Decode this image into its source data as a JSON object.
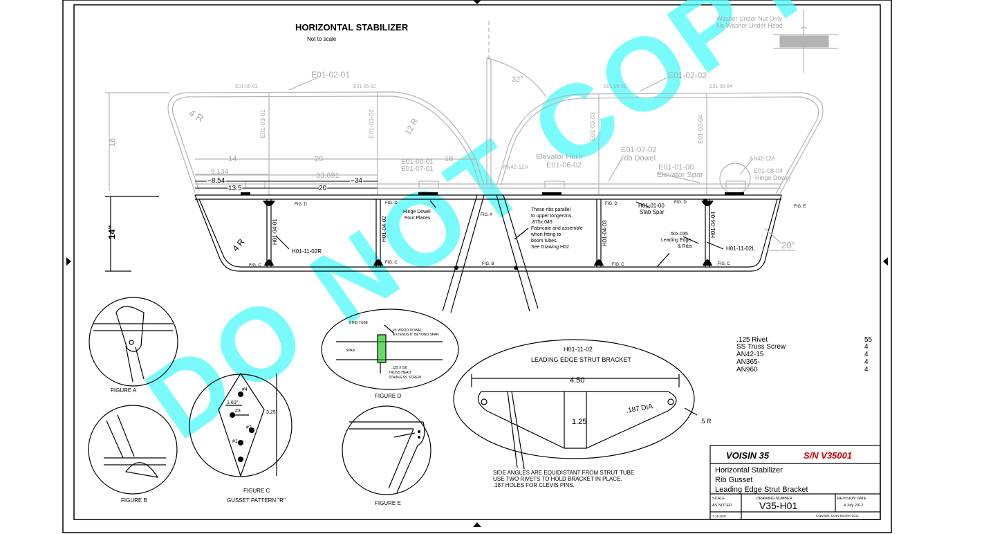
{
  "title": "HORIZONTAL STABILIZER",
  "subtitle": "Not to scale",
  "watermark": "DO NOT COPY",
  "colors": {
    "ink": "#000000",
    "ghost": "#b4b4b4",
    "watermark": "#4dfafa"
  },
  "upper_view": {
    "part_left": "E01-02-01",
    "part_right": "E01-02-02",
    "top_labels": [
      "E01-05-01",
      "E01-05-02",
      "E01-05-03",
      "E01-05-04"
    ],
    "rib_labels": [
      "E01-03-01",
      "E01-03-02",
      "E01-03-03",
      "E01-03-04"
    ],
    "radius_4r": "4 R",
    "radius_12r": "12 R",
    "angle_32": "32°",
    "dim_18": "18",
    "dim_14": "14",
    "dim_20": "20",
    "dim_18b": "18",
    "dim_9134": "9.134",
    "dim_33691": "33.691",
    "dim_854": "~8.54",
    "dim_34": "~34",
    "dim_135": "13.5",
    "dim_20b": "20",
    "l_e010601": "E01-06-01",
    "l_e010701": "E01-07-01",
    "l_an4212a_l": "AN42-12A",
    "l_elev_horn": "Elevator Horn",
    "l_e010602": "E01-06-02",
    "l_e010702": "E01-07-02",
    "l_rib_dowel": "Rib Dowel",
    "l_e010100": "E01-01-00",
    "l_elev_spar": "Elevator Spar",
    "l_an4212a_r": "AN42-12A",
    "l_e010804": "E01-08-04",
    "l_hinge_dowel": "Hinge Dowel",
    "washer1": "Washer Under Nut Only",
    "washer2": "No Washer Under Head"
  },
  "lower_view": {
    "dim_14in": "14\"",
    "radius_4r": "4 R",
    "angle_20": "20°",
    "ribs": [
      "H01-04-01",
      "H01-04-02",
      "H01-04-03",
      "H01-04-04"
    ],
    "h011102r": "H01-11-02R",
    "h011102l": "H01-11-02L",
    "hinge1": "Hinge Dowel",
    "hinge2": "Four Places",
    "note_lines": [
      "These ribs parallel",
      "to upper longerons.",
      ".875x.049",
      "Fabricate and assemble",
      "when fitting to",
      "boom tubes.",
      "See Drawing H02"
    ],
    "h010100": "H01-01-00",
    "stab_spar": "Stab Spar",
    "le1": ".50x.035",
    "le2": "Leading Edge",
    "le3": "& Ribs",
    "fig_d": "FIG. D",
    "fig_a": "FIG. A",
    "fig_b": "FIG. B",
    "fig_c": "FIG. C",
    "fig_e": "FIG. E"
  },
  "figures": {
    "a": "FIGURE A",
    "b": "FIGURE B",
    "c1": "FIGURE C",
    "c2": "GUSSET PATTERN \"R\"",
    "c_dim_160": "1.60\"",
    "c_dim_325": "3.25\"",
    "c_holes": [
      "#4",
      "#3",
      "#2",
      "#1"
    ],
    "d": "FIGURE D",
    "d_rib": "5 RIB TUBE",
    "d_dowel1": "#5 WOOD DOWEL",
    "d_dowel2": "EXTENDS 8\" BEYOND SPAR",
    "d_spar": "SPAR",
    "d_screw1": ".125 X 5/8",
    "d_screw2": "TRUSS HEAD",
    "d_screw3": "STAINLESS SCREW",
    "e": "FIGURE E"
  },
  "bracket": {
    "part": "H01-11-02",
    "title": "LEADING EDGE STRUT BRACKET",
    "dim_450": "4.50",
    "dim_125": "1.25",
    "dim_187": ".187 DIA",
    "dim_5r": ".5 R",
    "notes": [
      "SIDE ANGLES ARE EQUIDISTANT FROM STRUT TUBE",
      "USE TWO RIVETS TO HOLD BRACKET IN PLACE.",
      ".187 HOLES FOR CLEVIS PINS."
    ]
  },
  "parts_list": {
    "items": [
      {
        "name": ".125 Rivet",
        "qty": "55"
      },
      {
        "name": "SS Truss Screw",
        "qty": "4"
      },
      {
        "name": "AN42-15",
        "qty": "4"
      },
      {
        "name": "AN365-",
        "qty": "4"
      },
      {
        "name": "AN960",
        "qty": "4"
      }
    ]
  },
  "title_block": {
    "model": "VOISIN 35",
    "serial": "S/N V35001",
    "desc": [
      "Horizontal Stabilizer",
      "Rib Gusset",
      "Leading Edge Strut Bracket"
    ],
    "scale_label": "SCALE",
    "scale_value": "AS NOTED",
    "drawing_label": "DRAWING NUMBER",
    "drawing_value": "V35-H01",
    "rev_label": "REVISION DATE",
    "rev_value": "4 July 2012",
    "date": "7-15-2007",
    "copyright": "Copyright: Corey Butcher 2012"
  }
}
